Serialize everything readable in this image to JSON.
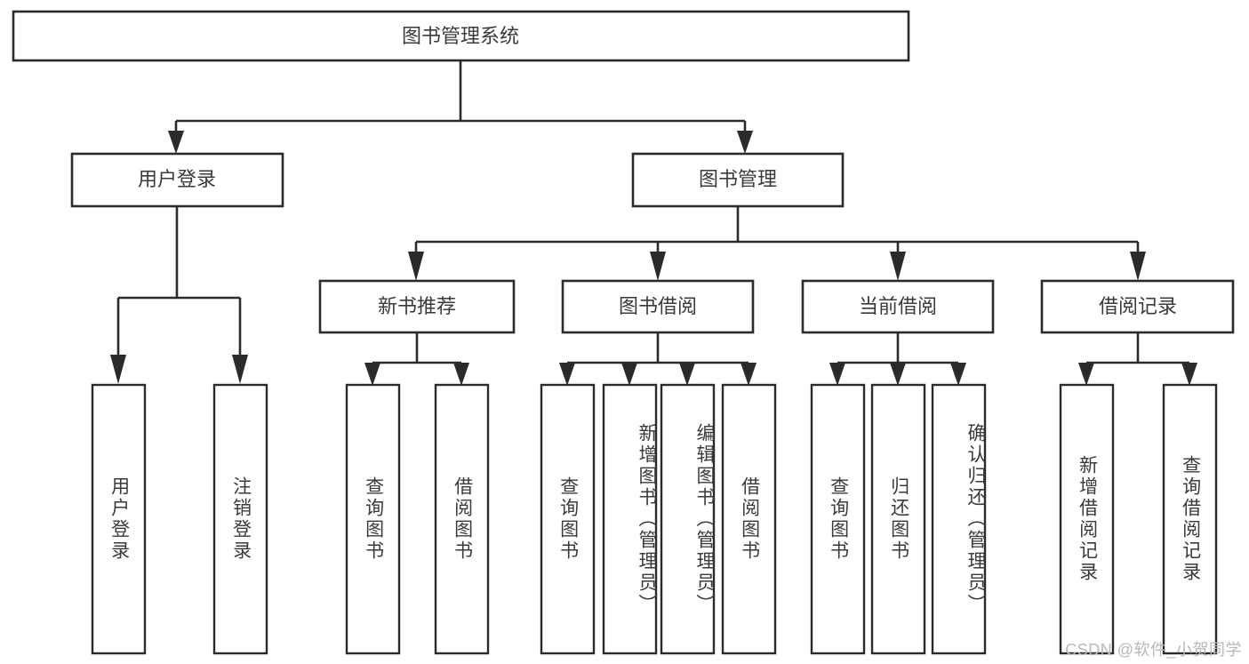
{
  "diagram": {
    "title": "图书管理系统",
    "type": "tree-hierarchy-diagram",
    "colors": {
      "box_stroke": "#2b2b2b",
      "box_fill": "#ffffff",
      "text": "#3a3a3a",
      "connector": "#2b2b2b",
      "background": "#ffffff",
      "watermark": "#b8b8b8"
    },
    "root": {
      "label": "图书管理系统"
    },
    "level2": [
      {
        "id": "user-login",
        "label": "用户登录"
      },
      {
        "id": "book-management",
        "label": "图书管理"
      }
    ],
    "level3": [
      {
        "id": "new-book-recommend",
        "label": "新书推荐",
        "parent": "book-management"
      },
      {
        "id": "book-borrow",
        "label": "图书借阅",
        "parent": "book-management"
      },
      {
        "id": "current-borrow",
        "label": "当前借阅",
        "parent": "book-management"
      },
      {
        "id": "borrow-record",
        "label": "借阅记录",
        "parent": "book-management"
      }
    ],
    "leaves": [
      {
        "id": "leaf-user-login",
        "label": "用户登录",
        "parent": "user-login"
      },
      {
        "id": "leaf-logout-login",
        "label": "注销登录",
        "parent": "user-login"
      },
      {
        "id": "leaf-query-book-1",
        "label": "查询图书",
        "parent": "new-book-recommend"
      },
      {
        "id": "leaf-borrow-book-1",
        "label": "借阅图书",
        "parent": "new-book-recommend"
      },
      {
        "id": "leaf-query-book-2",
        "label": "查询图书",
        "parent": "book-borrow"
      },
      {
        "id": "leaf-add-book",
        "label": "新增图书（管理员）",
        "parent": "book-borrow"
      },
      {
        "id": "leaf-edit-book",
        "label": "编辑图书（管理员）",
        "parent": "book-borrow"
      },
      {
        "id": "leaf-borrow-book-2",
        "label": "借阅图书",
        "parent": "book-borrow"
      },
      {
        "id": "leaf-query-book-3",
        "label": "查询图书",
        "parent": "current-borrow"
      },
      {
        "id": "leaf-return-book",
        "label": "归还图书",
        "parent": "current-borrow"
      },
      {
        "id": "leaf-confirm-return",
        "label": "确认归还（管理员）",
        "parent": "current-borrow"
      },
      {
        "id": "leaf-add-borrow-record",
        "label": "新增借阅记录",
        "parent": "borrow-record"
      },
      {
        "id": "leaf-query-borrow-record",
        "label": "查询借阅记录",
        "parent": "borrow-record"
      }
    ],
    "watermark": "CSDN @软件_小贺同学"
  }
}
